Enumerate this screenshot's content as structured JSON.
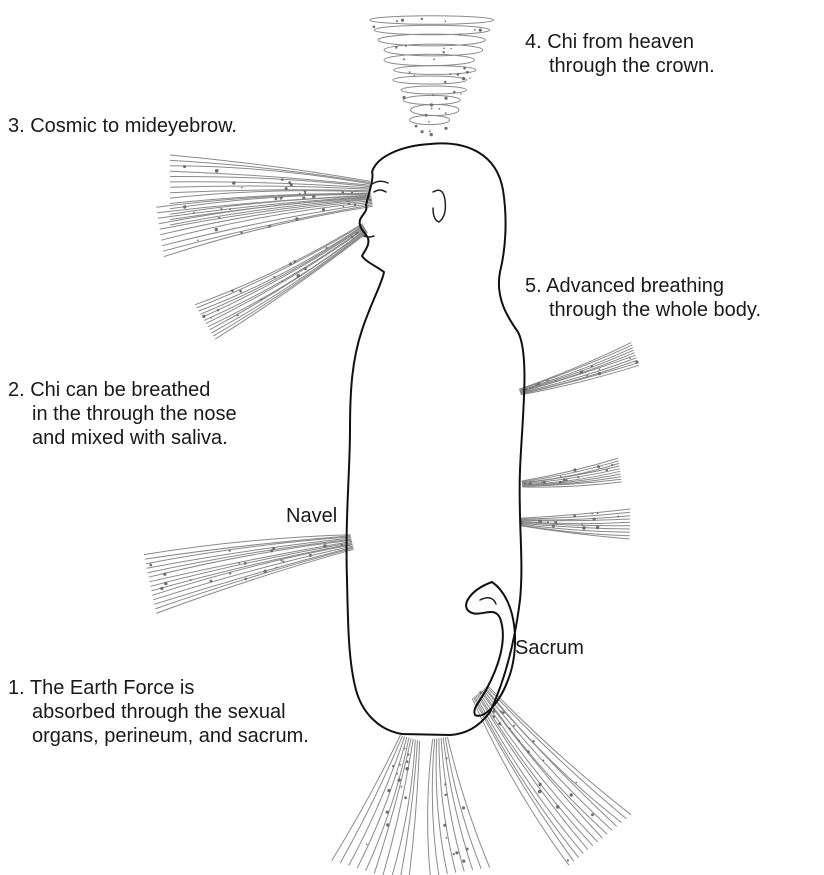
{
  "labels": {
    "step1": {
      "line1": "1. The Earth Force is",
      "line2": "absorbed through the sexual",
      "line3": "organs, perineum, and sacrum."
    },
    "step2": {
      "line1": "2. Chi can be breathed",
      "line2": "in the through the nose",
      "line3": "and mixed with saliva."
    },
    "step3": {
      "line1": "3. Cosmic to mideyebrow."
    },
    "step4": {
      "line1": "4. Chi from heaven",
      "line2": "through the crown."
    },
    "step5": {
      "line1": "5. Advanced breathing",
      "line2": "through the whole body."
    },
    "navel": "Navel",
    "sacrum": "Sacrum"
  }
}
